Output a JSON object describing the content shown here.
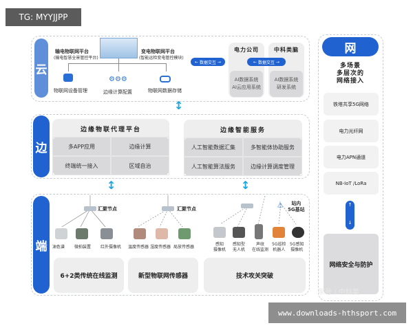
{
  "watermark_top": "TG: MYYJJPP",
  "watermark_bottom": "www.downloads-hthsport.com",
  "watermark_faint": "家号 / 中科类",
  "cloud": {
    "tag": "云",
    "platform_left_title": "输电物联网平台",
    "platform_left_sub": "(输电智慧全景管控平台)",
    "platform_right_title": "变电物联网平台",
    "platform_right_sub": "(智能运检变电管控模块)",
    "items": [
      "物联网设备管理",
      "边缘计算配置",
      "物联网数据存储"
    ],
    "arrow_label_1": "数据交互",
    "company_1": "电力公司",
    "company_2": "中科类脑",
    "arrow_label_2": "数据交互",
    "company_1_systems": [
      "AI数据系统",
      "AI云应用系统"
    ],
    "company_2_systems": [
      "AI数据系统",
      "研发系统"
    ]
  },
  "edge": {
    "tag": "边",
    "left_title": "边缘物联代理平台",
    "left_items": [
      "多APP应用",
      "边缘计算",
      "终端统一接入",
      "区域自治"
    ],
    "right_title": "边缘智能服务",
    "right_items": [
      "人工智能数据汇集",
      "多智能体协助服务",
      "人工智能算法服务",
      "边缘计算调度管理"
    ]
  },
  "end": {
    "tag": "端",
    "node_label_1": "汇聚节点",
    "node_label_2": "汇聚节点",
    "station_label": "站内\n5G基站",
    "group1_devices": [
      "油色谱",
      "微拍装置",
      "红外摄像机"
    ],
    "group2_devices": [
      "温度传感器",
      "湿度传感器",
      "局放传感器"
    ],
    "group3_devices": [
      "感知\n摄像机",
      "感知型\n无人机",
      "声纹\n在线监测",
      "5G巡检\n机器人",
      "5G感知\n摄像机"
    ],
    "categories": [
      "6+2类传统在线监测",
      "新型物联网传感器",
      "技术攻关突破"
    ]
  },
  "network": {
    "tag": "网",
    "title": "多场景\n多层次的\n网络接入",
    "items": [
      "铁塔共享5G网络",
      "电力光纤网",
      "电力APN通道",
      "NB-IoT /LoRa"
    ],
    "security": "网络安全与防护"
  },
  "colors": {
    "accent": "#1f62d0",
    "arrow": "#19a6e0",
    "card": "#eeeeef",
    "inner": "#d9d9db"
  }
}
